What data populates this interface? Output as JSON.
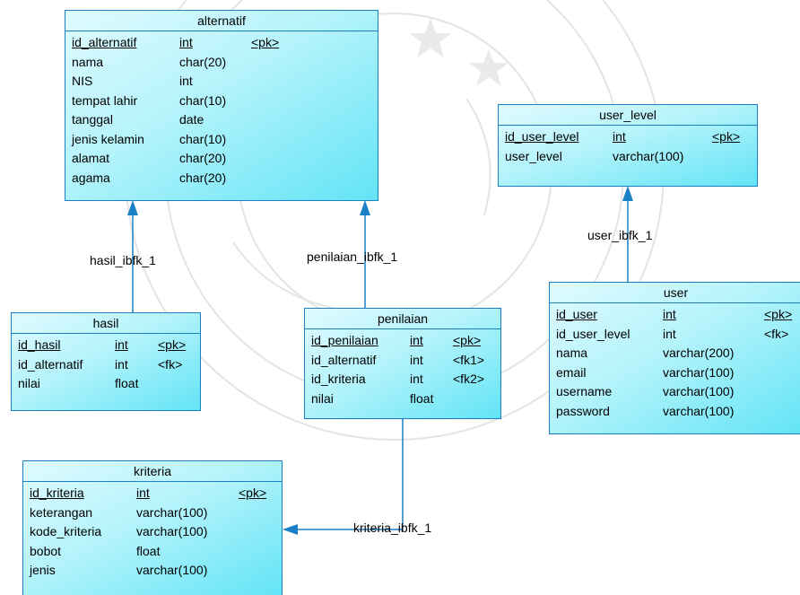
{
  "colors": {
    "border": "#1a7fc4",
    "fill_light": "#dffbff",
    "fill_dark": "#62e4f6",
    "connector": "#1a7fc4"
  },
  "entities": {
    "alternatif": {
      "name": "alternatif",
      "columns": [
        {
          "name": "id_alternatif",
          "type": "int",
          "key": "<pk>"
        },
        {
          "name": "nama",
          "type": "char(20)",
          "key": ""
        },
        {
          "name": "NIS",
          "type": "int",
          "key": ""
        },
        {
          "name": "tempat lahir",
          "type": "char(10)",
          "key": ""
        },
        {
          "name": "tanggal",
          "type": "date",
          "key": ""
        },
        {
          "name": "jenis kelamin",
          "type": "char(10)",
          "key": ""
        },
        {
          "name": "alamat",
          "type": "char(20)",
          "key": ""
        },
        {
          "name": "agama",
          "type": "char(20)",
          "key": ""
        }
      ]
    },
    "user_level": {
      "name": "user_level",
      "columns": [
        {
          "name": "id_user_level",
          "type": "int",
          "key": "<pk>"
        },
        {
          "name": "user_level",
          "type": "varchar(100)",
          "key": ""
        }
      ]
    },
    "hasil": {
      "name": "hasil",
      "columns": [
        {
          "name": "id_hasil",
          "type": "int",
          "key": "<pk>"
        },
        {
          "name": "id_alternatif",
          "type": "int",
          "key": "<fk>"
        },
        {
          "name": "nilai",
          "type": "float",
          "key": ""
        }
      ]
    },
    "penilaian": {
      "name": "penilaian",
      "columns": [
        {
          "name": "id_penilaian",
          "type": "int",
          "key": "<pk>"
        },
        {
          "name": "id_alternatif",
          "type": "int",
          "key": "<fk1>"
        },
        {
          "name": "id_kriteria",
          "type": "int",
          "key": "<fk2>"
        },
        {
          "name": "nilai",
          "type": "float",
          "key": ""
        }
      ]
    },
    "user": {
      "name": "user",
      "columns": [
        {
          "name": "id_user",
          "type": "int",
          "key": "<pk>"
        },
        {
          "name": "id_user_level",
          "type": "int",
          "key": "<fk>"
        },
        {
          "name": "nama",
          "type": "varchar(200)",
          "key": ""
        },
        {
          "name": "email",
          "type": "varchar(100)",
          "key": ""
        },
        {
          "name": "username",
          "type": "varchar(100)",
          "key": ""
        },
        {
          "name": "password",
          "type": "varchar(100)",
          "key": ""
        }
      ]
    },
    "kriteria": {
      "name": "kriteria",
      "columns": [
        {
          "name": "id_kriteria",
          "type": "int",
          "key": "<pk>"
        },
        {
          "name": "keterangan",
          "type": "varchar(100)",
          "key": ""
        },
        {
          "name": "kode_kriteria",
          "type": "varchar(100)",
          "key": ""
        },
        {
          "name": "bobot",
          "type": "float",
          "key": ""
        },
        {
          "name": "jenis",
          "type": "varchar(100)",
          "key": ""
        }
      ]
    }
  },
  "relations": {
    "hasil_ibfk_1": "hasil_ibfk_1",
    "penilaian_ibfk_1": "penilaian_ibfk_1",
    "user_ibfk_1": "user_ibfk_1",
    "kriteria_ibfk_1": "kriteria_ibfk_1"
  }
}
